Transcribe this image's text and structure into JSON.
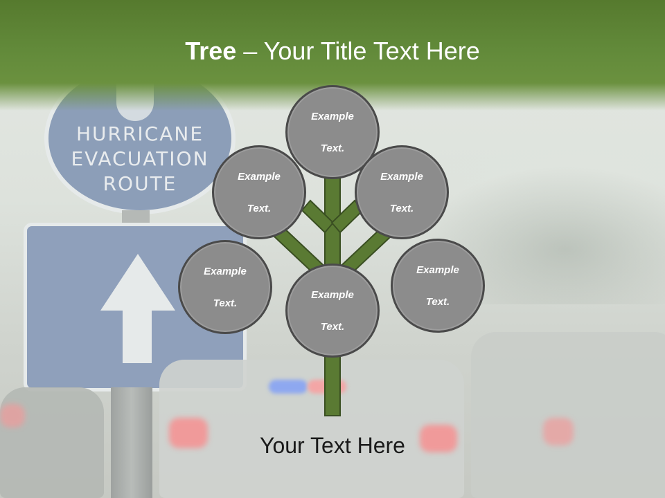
{
  "slide": {
    "title_bold": "Tree",
    "title_rest": " – Your Title Text Here",
    "caption": "Your Text Here"
  },
  "background": {
    "sign_lines": [
      "HURRICANE",
      "EVACUATION",
      "ROUTE"
    ]
  },
  "tree": {
    "trunk_color": "#5a7a33",
    "node_fill": "#8c8c8c",
    "node_border": "#4a4a4a",
    "nodes": [
      {
        "line1": "Example",
        "line2": "Text."
      },
      {
        "line1": "Example",
        "line2": "Text."
      },
      {
        "line1": "Example",
        "line2": "Text."
      },
      {
        "line1": "Example",
        "line2": "Text."
      },
      {
        "line1": "Example",
        "line2": "Text."
      },
      {
        "line1": "Example",
        "line2": "Text."
      }
    ]
  },
  "colors": {
    "title_band": "#628a3a",
    "title_text": "#ffffff"
  }
}
